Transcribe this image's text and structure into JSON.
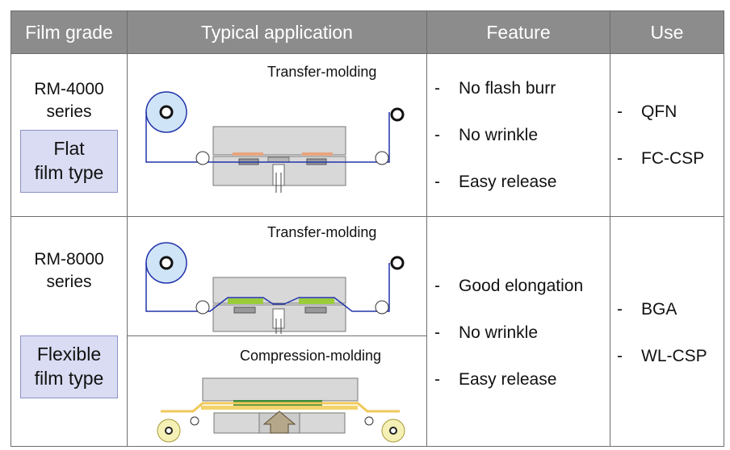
{
  "headers": {
    "film_grade": "Film grade",
    "typical_application": "Typical application",
    "feature": "Feature",
    "use": "Use"
  },
  "rows": [
    {
      "grade": "RM-4000 series",
      "grade_line1": "RM-4000",
      "grade_line2": "series",
      "type_line1": "Flat",
      "type_line2": "film type",
      "applications": [
        "Transfer-molding"
      ],
      "features": [
        "No flash burr",
        "No wrinkle",
        "Easy release"
      ],
      "uses": [
        "QFN",
        "FC-CSP"
      ]
    },
    {
      "grade": "RM-8000 series",
      "grade_line1": "RM-8000",
      "grade_line2": "series",
      "type_line1": "Flexible",
      "type_line2": "film type",
      "applications": [
        "Transfer-molding",
        "Compression-molding"
      ],
      "features": [
        "Good elongation",
        "No wrinkle",
        "Easy release"
      ],
      "uses": [
        "BGA",
        "WL-CSP"
      ]
    }
  ],
  "bullet": "-",
  "colors": {
    "header_bg": "#8c8c8c",
    "film_line": "#2233aa",
    "roll_blue": "#cfe4f6",
    "roll_yellow": "#f5f0b5",
    "type_box": "#d9dcf2"
  }
}
